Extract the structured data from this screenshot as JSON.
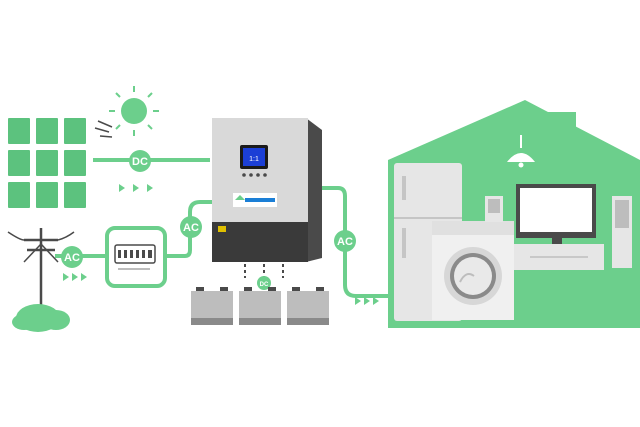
{
  "colors": {
    "green": "#6ccf8c",
    "green_light": "#c9eed5",
    "panel_green": "#5cc27e",
    "gray_dark": "#4a4a4a",
    "gray_mid": "#bdbdbd",
    "gray_light": "#e6e6e6",
    "sun_green": "#6ccf8c",
    "lcd_blue": "#1b3fd6"
  },
  "labels": {
    "dc": "DC",
    "ac_meter": "AC",
    "ac_inverter": "AC",
    "ac_house": "AC",
    "dc_battery": "DC"
  },
  "icons": {
    "sun": "sun-icon",
    "solar_panel": "solar-panel-icon",
    "utility_pole": "utility-pole-icon",
    "energy_meter": "energy-meter-icon",
    "inverter": "inverter-icon",
    "battery": "battery-icon",
    "house": "house-icon",
    "lamp": "ceiling-lamp-icon",
    "fridge": "refrigerator-icon",
    "washer": "washing-machine-icon",
    "tv": "television-icon",
    "speaker": "speaker-icon",
    "bush": "bush-icon"
  }
}
